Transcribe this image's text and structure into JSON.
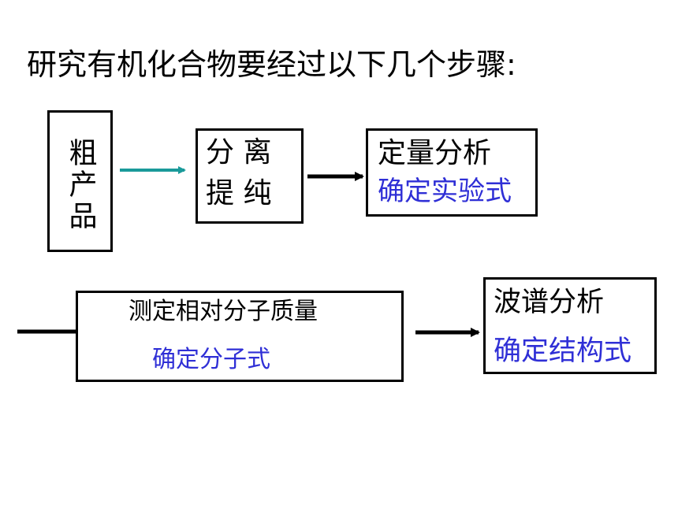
{
  "title": "研究有机化合物要经过以下几个步骤:",
  "steps": {
    "crude": {
      "label": "粗产品"
    },
    "separation": {
      "line1": "分 离",
      "line2": "提 纯"
    },
    "quantitative": {
      "label": "定量分析",
      "result": "确定实验式"
    },
    "mass": {
      "label": "测定相对分子质量",
      "result": "确定分子式"
    },
    "spectrum": {
      "label": "波谱分析",
      "result": "确定结构式"
    }
  },
  "colors": {
    "result_text": "#2f2fd6",
    "first_arrow": "#1a9a9a",
    "other_arrows": "#000000"
  }
}
